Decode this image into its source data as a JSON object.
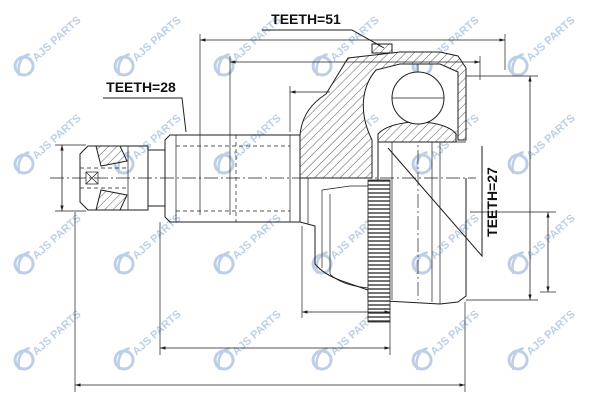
{
  "labels": {
    "teeth_outer": "TEETH=51",
    "teeth_shaft": "TEETH=28",
    "teeth_abs": "TEETH=27"
  },
  "watermark": {
    "text": "AJS PARTS"
  },
  "colors": {
    "line": "#1e1e1e",
    "watermark": "#a8c0e0"
  }
}
